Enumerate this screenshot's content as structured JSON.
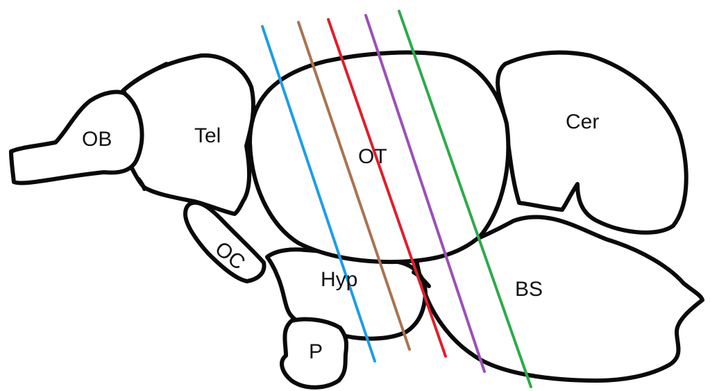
{
  "labels": {
    "ob": "OB",
    "tel": "Tel",
    "ot": "OT",
    "cer": "Cer",
    "oc": "OC",
    "hyp": "Hyp",
    "bs": "BS",
    "p": "P"
  },
  "section_lines": {
    "colors": [
      "#1e9ee0",
      "#a9734e",
      "#dd1f2b",
      "#9b50b5",
      "#2eaa4a"
    ],
    "count": 5
  }
}
